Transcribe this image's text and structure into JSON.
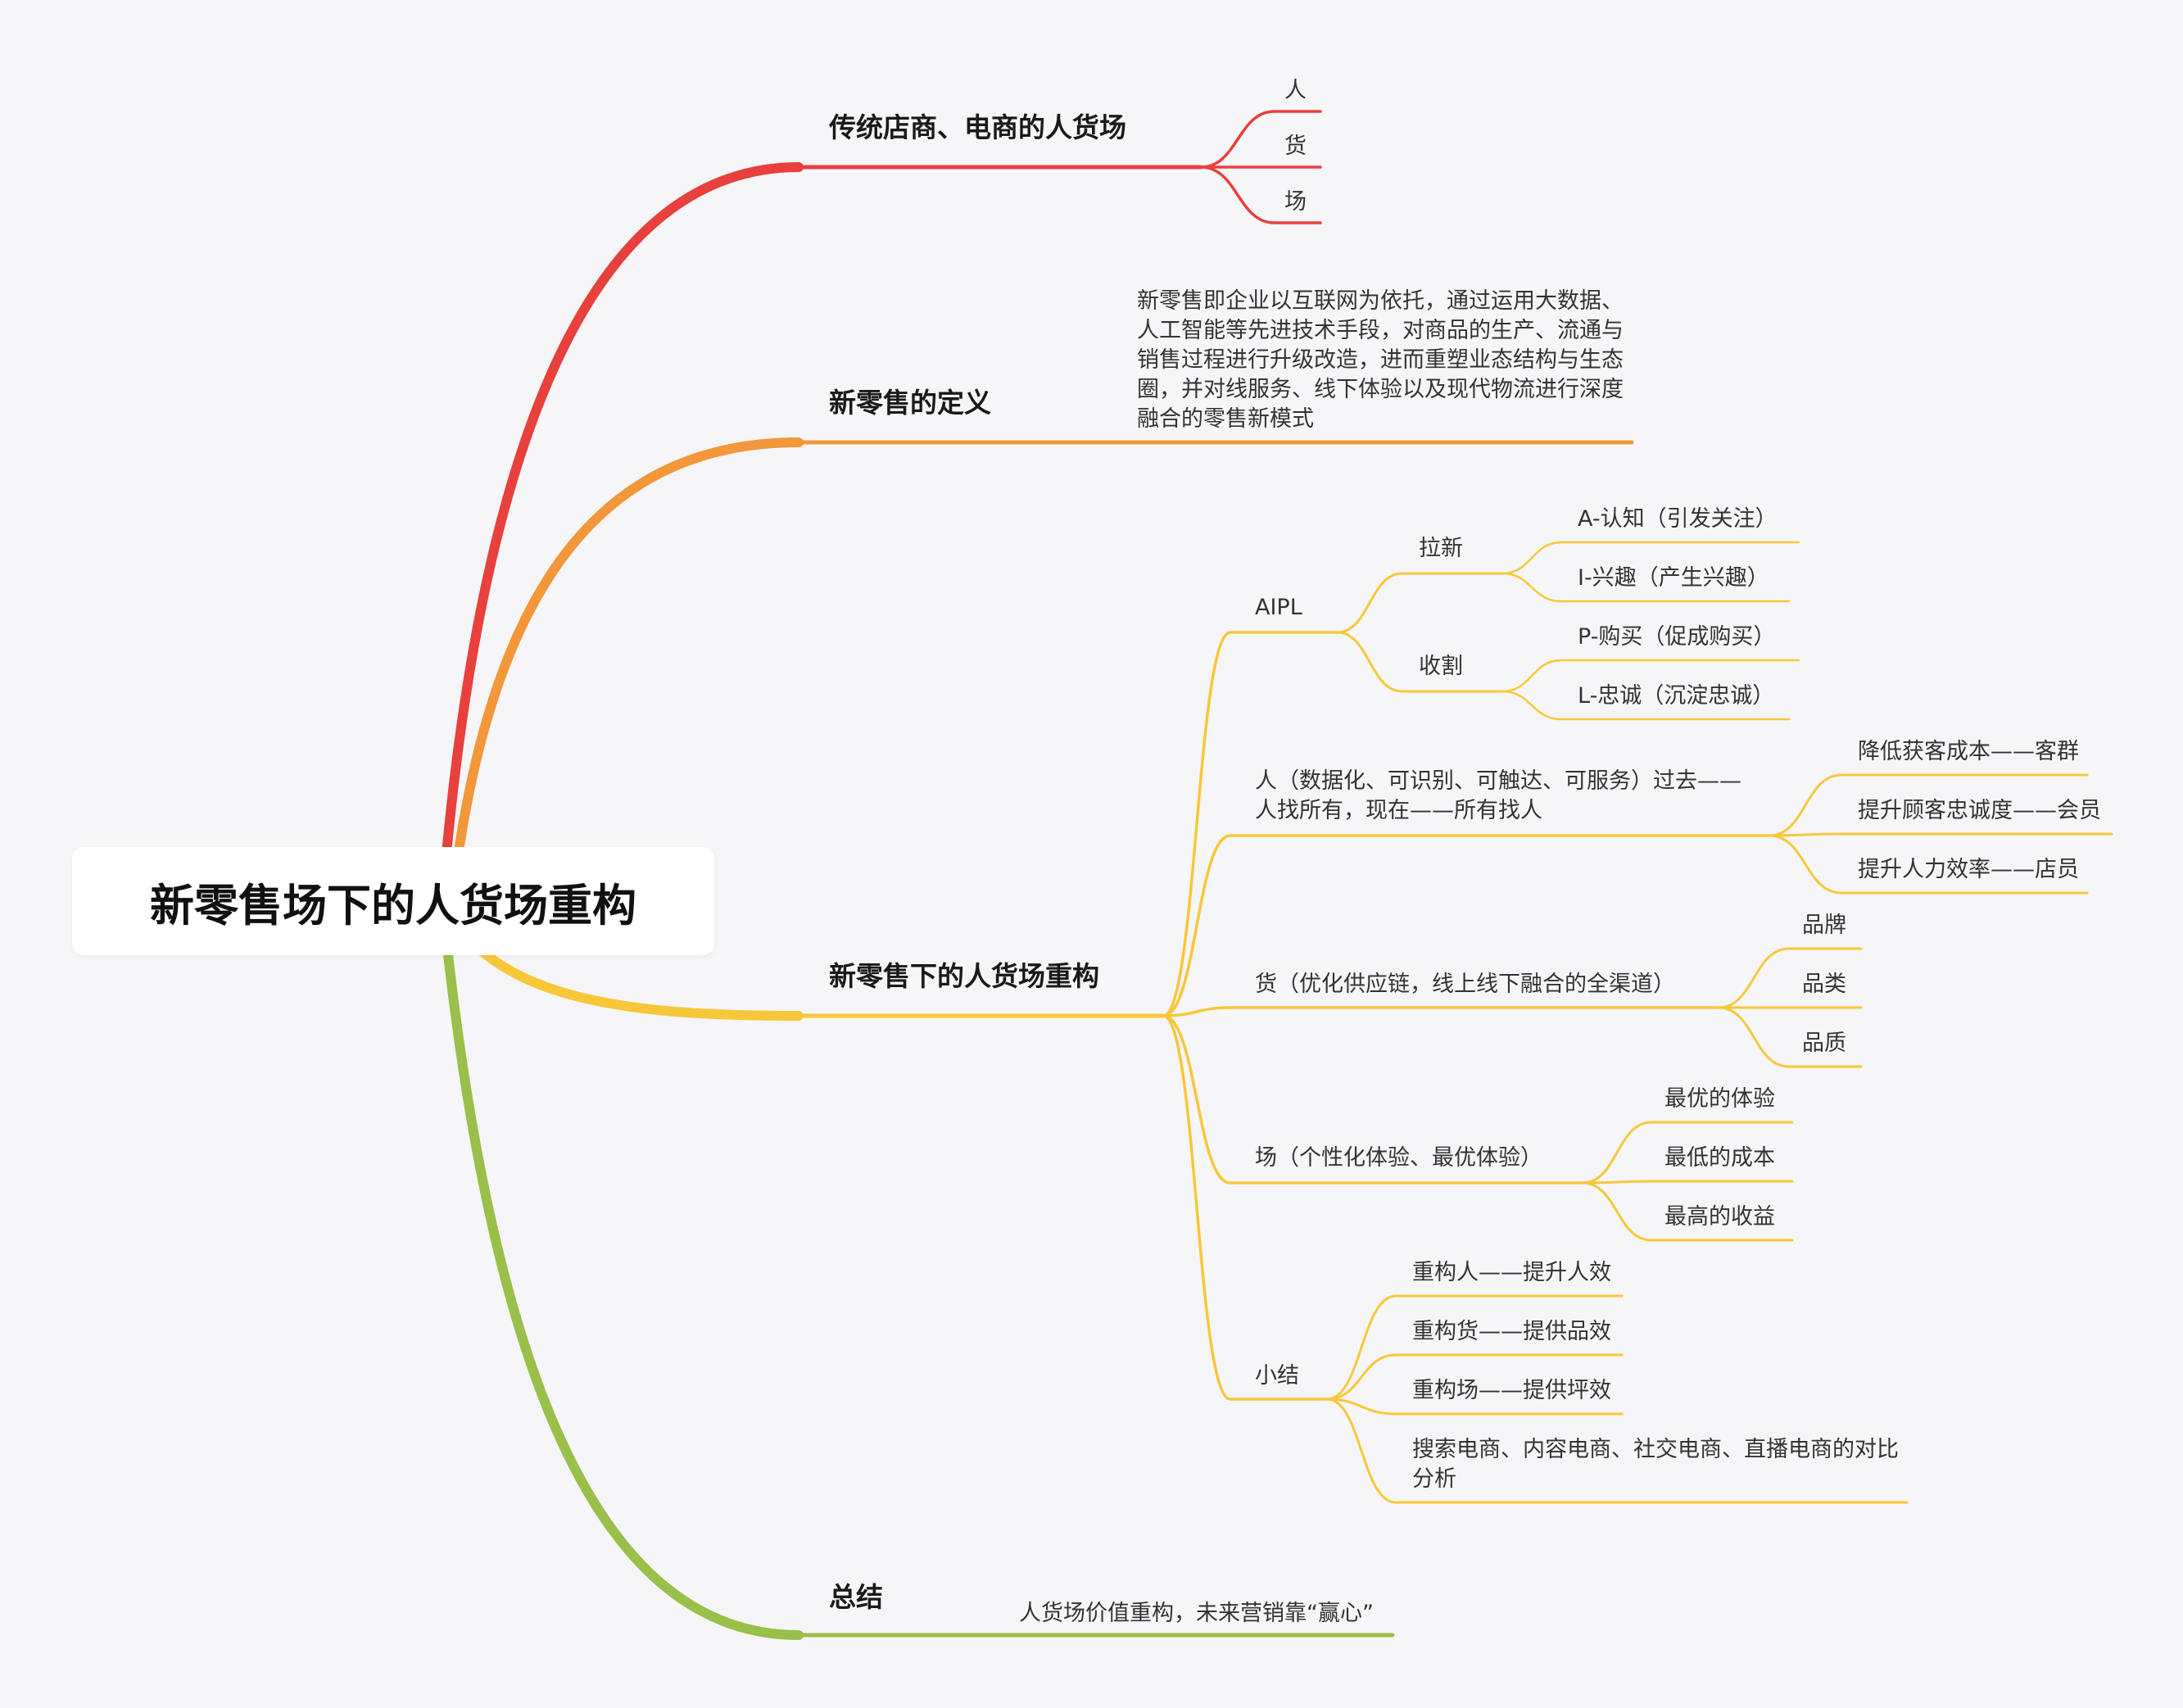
{
  "root": "新零售场下的人货场重构",
  "colors": {
    "red": "#e8403c",
    "orange": "#f2973a",
    "yellow": "#f8c739",
    "green": "#99c04a"
  },
  "branches": {
    "b1": {
      "title": "传统店商、电商的人货场",
      "items": [
        "人",
        "货",
        "场"
      ]
    },
    "b2": {
      "title": "新零售的定义",
      "text": "新零售即企业以互联网为依托，通过运用大数据、人工智能等先进技术手段，对商品的生产、流通与销售过程进行升级改造，进而重塑业态结构与生态圈，并对线服务、线下体验以及现代物流进行深度融合的零售新模式"
    },
    "b3": {
      "title": "新零售下的人货场重构",
      "aipl": {
        "label": "AIPL",
        "laxin": {
          "label": "拉新",
          "items": [
            "A-认知（引发关注）",
            "I-兴趣（产生兴趣）"
          ]
        },
        "shouge": {
          "label": "收割",
          "items": [
            "P-购买（促成购买）",
            "L-忠诚（沉淀忠诚）"
          ]
        }
      },
      "ren": {
        "label": "人（数据化、可识别、可触达、可服务）过去——人找所有，现在——所有找人",
        "items": [
          "降低获客成本——客群",
          "提升顾客忠诚度——会员",
          "提升人力效率——店员"
        ]
      },
      "huo": {
        "label": "货（优化供应链，线上线下融合的全渠道）",
        "items": [
          "品牌",
          "品类",
          "品质"
        ]
      },
      "chang": {
        "label": "场（个性化体验、最优体验）",
        "items": [
          "最优的体验",
          "最低的成本",
          "最高的收益"
        ]
      },
      "summary": {
        "label": "小结",
        "items": [
          "重构人——提升人效",
          "重构货——提供品效",
          "重构场——提供坪效",
          "搜索电商、内容电商、社交电商、直播电商的对比分析"
        ]
      }
    },
    "b4": {
      "title": "总结",
      "text": "人货场价值重构，未来营销靠“赢心”"
    }
  }
}
